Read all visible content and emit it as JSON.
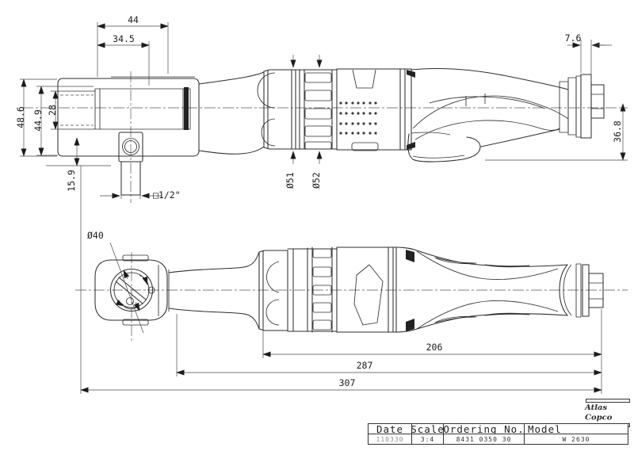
{
  "drawing": {
    "kind": "technical-drawing",
    "subject": "air-ratchet-wrench",
    "views": [
      "side-view",
      "top-view"
    ]
  },
  "dimensions_top": {
    "len_44": "44",
    "len_34_5": "34.5",
    "h_48_6": "48.6",
    "h_44_9": "44.9",
    "h_28": "28",
    "h_15_9": "15.9",
    "square_drive": "□1/2\"",
    "cap_7_6": "7.6",
    "h_36_8": "36.8",
    "dia_51": "Ø51",
    "dia_52": "Ø52"
  },
  "dimensions_bottom": {
    "dia_40": "Ø40",
    "len_206": "206",
    "len_287": "287",
    "len_307": "307"
  },
  "title_block": {
    "headers": {
      "date": "Date",
      "scale": "Scale",
      "ordering_no": "Ordering No.",
      "model": "Model"
    },
    "values": {
      "date": "110330",
      "scale": "3:4",
      "ordering_no": "8431 0350 30",
      "model": "W 2630"
    }
  },
  "logo": {
    "brand": "Atlas Copco"
  },
  "colors": {
    "line": "#2e2e2e",
    "thin_line": "#4a4a4a",
    "background": "#ffffff",
    "muted_value": "#8a8f98"
  }
}
